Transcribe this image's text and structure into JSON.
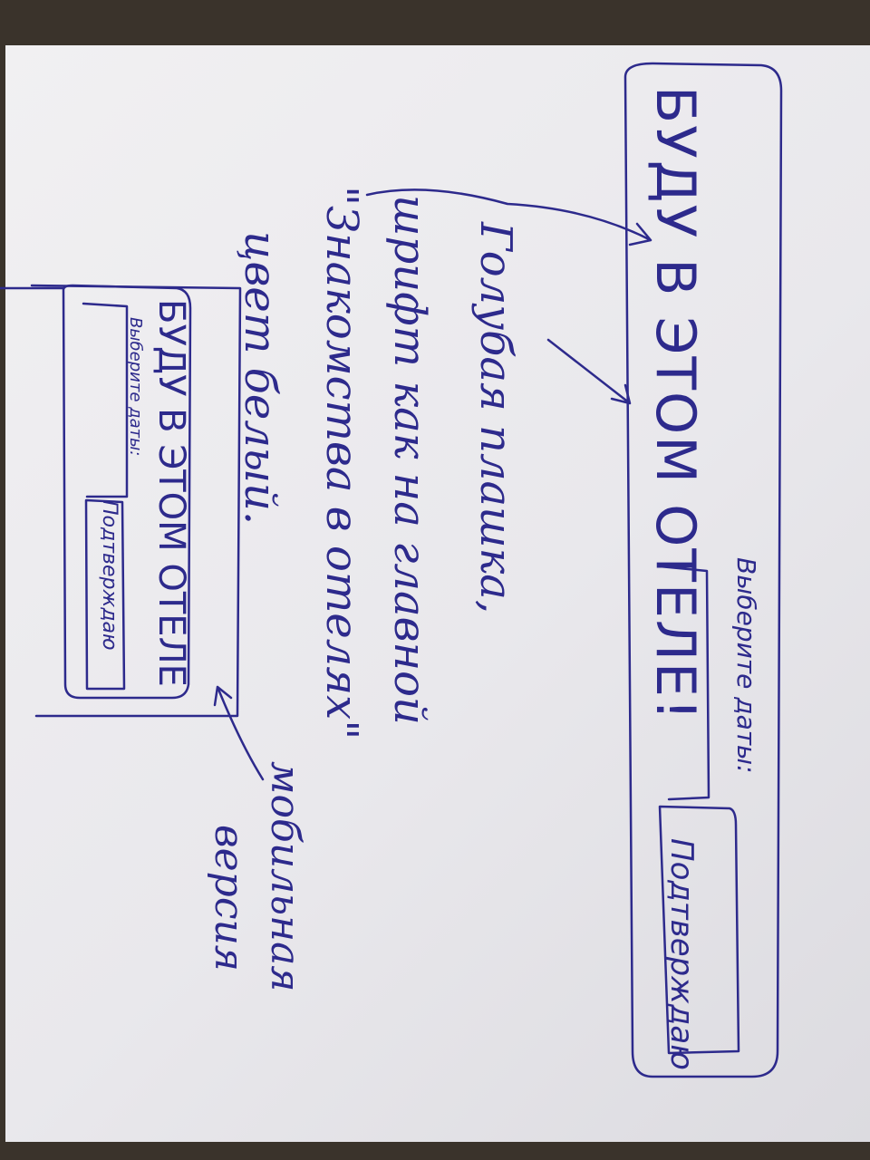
{
  "desktop_mockup": {
    "title": "БУДУ В ЭТОМ ОТЕЛЕ!",
    "dates_label": "Выберите даты:",
    "confirm_button": "Подтверждаю"
  },
  "annotations": {
    "line1": "Голубая плашка,",
    "line2": "шрифт как на главной",
    "line3": "\"Знакомства в отелях\"",
    "line4": "цвет белый."
  },
  "mobile_mockup": {
    "title": "БУДУ В ЭТОМ ОТЕЛЕ",
    "dates_label": "Выберите даты:",
    "confirm_button": "Подтверждаю",
    "caption_line1": "мобильная",
    "caption_line2": "версия"
  },
  "colors": {
    "ink": "#2d2a8c",
    "paper": "#ecebef",
    "background": "#3a332b"
  }
}
